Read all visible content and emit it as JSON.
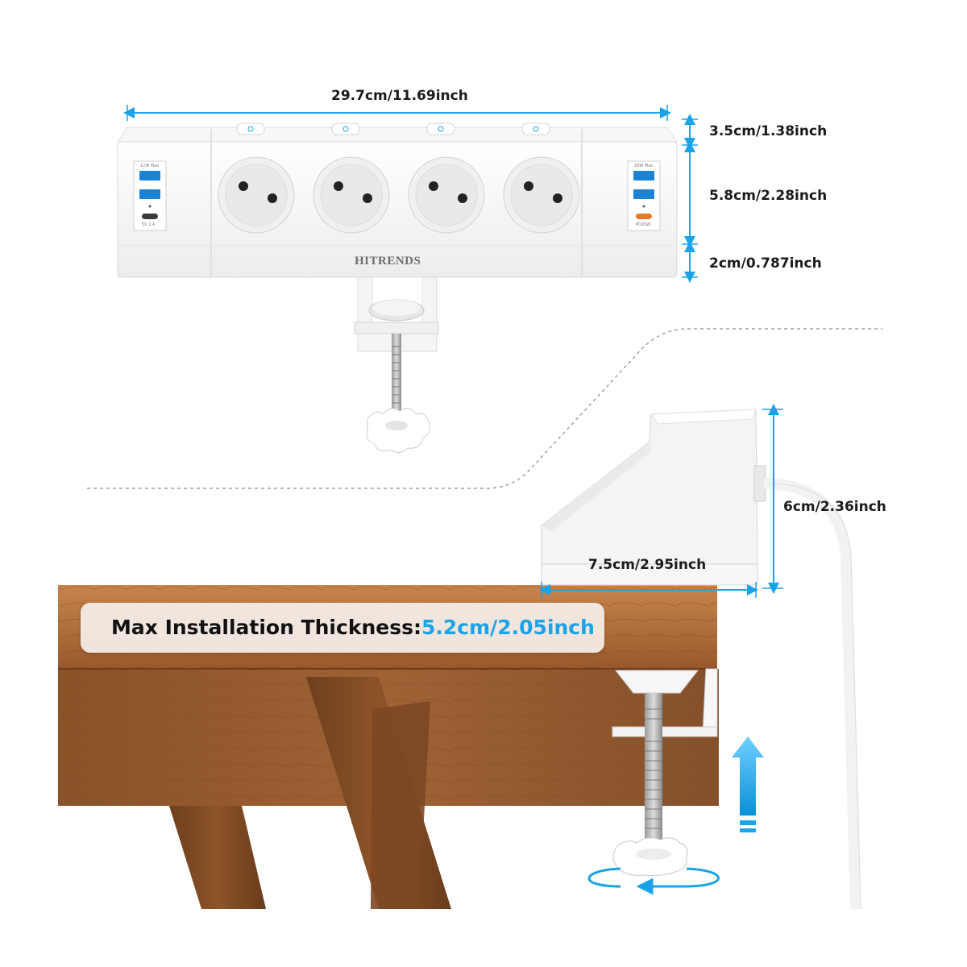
{
  "brand": "HITRENDS",
  "dimensions": {
    "length": "29.7cm/11.69inch",
    "top_height": "3.5cm/1.38inch",
    "face_height": "5.8cm/2.28inch",
    "base_height": "2cm/0.787inch",
    "depth": "7.5cm/2.95inch",
    "side_height": "6cm/2.36inch"
  },
  "usb_left": {
    "rating": "12W Max",
    "output": "5V 2.4"
  },
  "usb_right": {
    "rating": "20W Max",
    "output": "PD20W"
  },
  "thickness": {
    "label": "Max Installation Thickness:",
    "value": "5.2cm/2.05inch"
  },
  "colors": {
    "accent": "#1aa3e8",
    "wood": "#a8693a",
    "device": "#f4f4f4"
  }
}
